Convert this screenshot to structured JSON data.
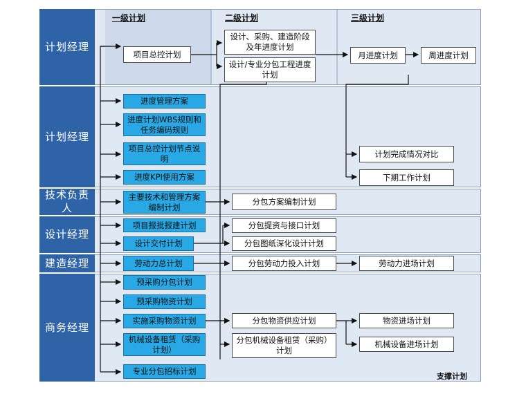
{
  "headers": {
    "level1": "一级计划",
    "level2": "二级计划",
    "level3": "三级计划"
  },
  "roles": {
    "r1": "计划经理",
    "r2": "计划经理",
    "r3": "技术负责人",
    "r4": "设计经理",
    "r5": "建造经理",
    "r6": "商务经理"
  },
  "boxes": {
    "master_plan": "项目总控计划",
    "design_proc_build": "设计、采购、建造阶段及年进度计划",
    "design_subcontract": "设计/专业分包工程进度计划",
    "monthly": "月进度计划",
    "weekly": "周进度计划",
    "progress_mgmt": "进度管理方案",
    "wbs_rules": "进度计划WBS规则和任务编码规则",
    "milestone_desc": "项目总控计划节点说明",
    "kpi": "进度KPI使用方案",
    "completion_compare": "计划完成情况对比",
    "next_work": "下期工作计划",
    "tech_plan": "主要技术和管理方案编制计划",
    "sub_scheme": "分包方案编制计划",
    "approval": "项目报批报建计划",
    "design_delivery": "设计交付计划",
    "sub_data": "分包提资与接口计划",
    "sub_drawing": "分包图纸深化设计计划",
    "labor_total": "劳动力总计划",
    "sub_labor": "分包劳动力投入计划",
    "labor_entry": "劳动力进场计划",
    "pre_sub": "预采购分包计划",
    "pre_material": "预采购物资计划",
    "material_purchase": "实施采购物资计划",
    "equip_lease": "机械设备租赁（采购计划）",
    "sub_material": "分包物资供应计划",
    "material_entry": "物资进场计划",
    "sub_equip": "分包机械设备租赁（采购）计划",
    "equip_entry": "机械设备进场计划",
    "specialty_tender": "专业分包招标计划"
  },
  "footer": "支撑计划",
  "colors": {
    "role_bg": "#2e63a8",
    "cyan_box": "#28a9e6",
    "band_bg": "#dfe8f3"
  }
}
